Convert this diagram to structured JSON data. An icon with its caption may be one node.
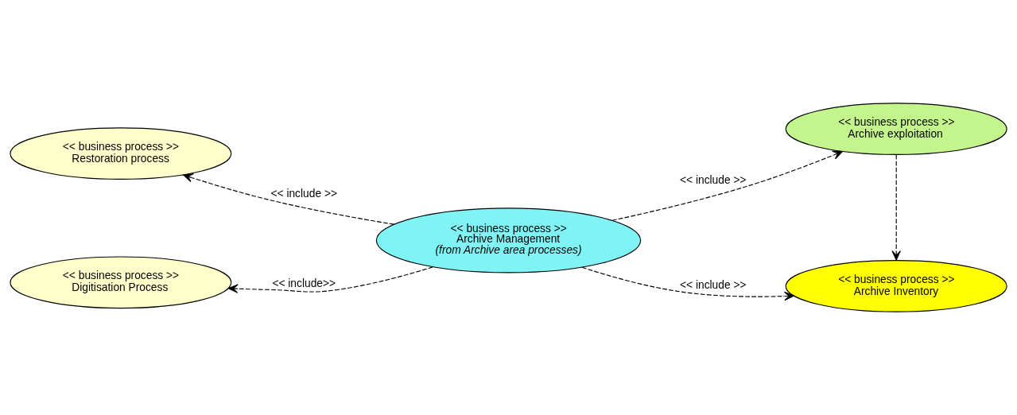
{
  "diagram": {
    "nodes": [
      {
        "text": [
          "<< business process >>",
          "Restoration process"
        ]
      },
      {
        "text": [
          "<< business process >>",
          "Archive exploitation"
        ]
      },
      {
        "text": [
          "<< business process >>",
          "Archive Management",
          "(from Archive area processes)"
        ]
      },
      {
        "text": [
          "<< business process >>",
          "Digitisation Process"
        ]
      },
      {
        "text": [
          "<< business process >>",
          "Archive Inventory"
        ]
      }
    ],
    "edges": [
      {
        "from": 2,
        "to": 0,
        "arrow": "to",
        "style": "dashed",
        "label": "<< include >>"
      },
      {
        "from": 2,
        "to": 1,
        "arrow": "to",
        "style": "dashed",
        "label": "<< include >>"
      },
      {
        "from": 2,
        "to": 3,
        "arrow": "to",
        "style": "dashed",
        "label": "<< include>>"
      },
      {
        "from": 2,
        "to": 4,
        "arrow": "to",
        "style": "dashed",
        "label": "<< include >>"
      },
      {
        "from": 1,
        "to": 4,
        "arrow": "to",
        "style": "dashed"
      }
    ]
  }
}
